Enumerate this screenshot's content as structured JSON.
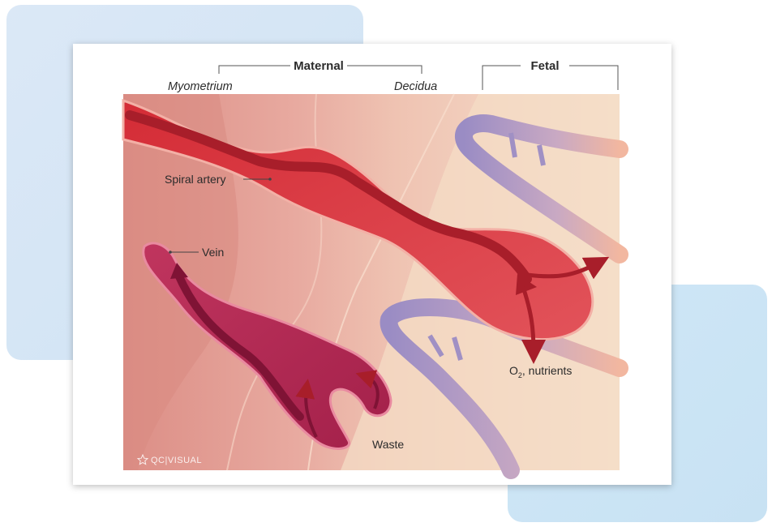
{
  "header": {
    "maternal": "Maternal",
    "fetal": "Fetal",
    "myometrium": "Myometrium",
    "decidua": "Decidua"
  },
  "labels": {
    "spiral_artery": "Spiral artery",
    "vein": "Vein",
    "o2_main": "O",
    "o2_sub": "2",
    "o2_rest": ", nutrients",
    "waste": "Waste"
  },
  "logo": {
    "text": "QC|VISUAL",
    "icon": "star-logo-icon"
  },
  "colors": {
    "artery": "#d8303b",
    "artery_dark": "#a81e2a",
    "vein": "#b5244e",
    "vein_dark": "#7f1335",
    "fetal_purple": "#9b8fbf",
    "fetal_peach": "#f0b9a3",
    "tissue_pink": "#e8a49a",
    "tissue_cream": "#f3dcc5"
  }
}
